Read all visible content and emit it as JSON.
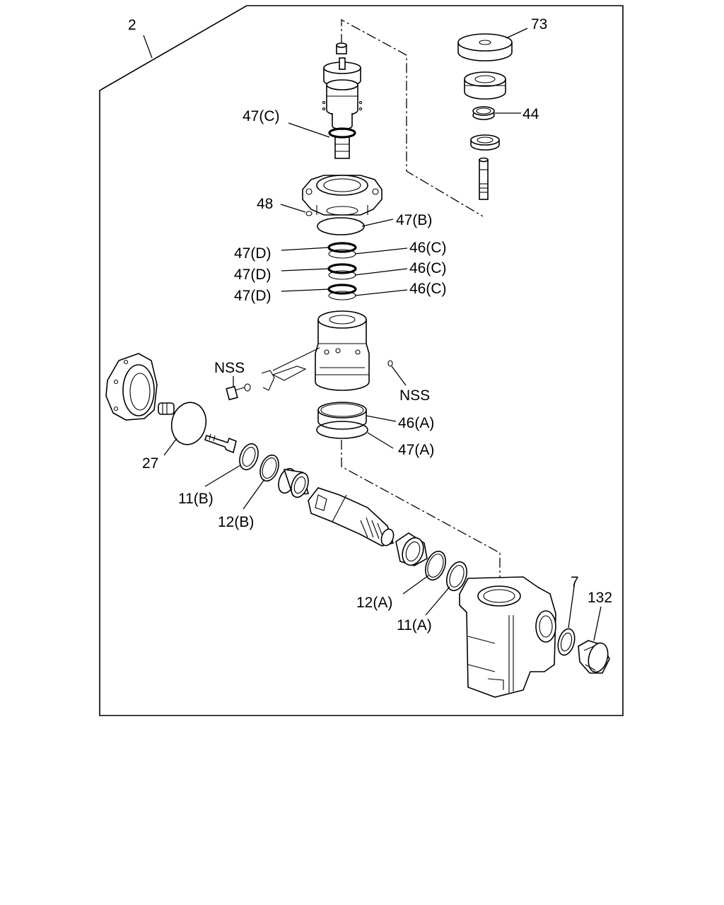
{
  "labels": {
    "assembly": "2",
    "cap": "73",
    "seal_44": "44",
    "oring_upper_c": "47(C)",
    "plug_48": "48",
    "oring_b": "47(B)",
    "oring_d1": "47(D)",
    "oring_d2": "47(D)",
    "oring_d3": "47(D)",
    "ring_c1": "46(C)",
    "ring_c2": "46(C)",
    "ring_c3": "46(C)",
    "nss_left": "NSS",
    "nss_right": "NSS",
    "ring_a": "46(A)",
    "oring_a": "47(A)",
    "oring_27": "27",
    "seal_11b": "11(B)",
    "ring_12b": "12(B)",
    "ring_12a": "12(A)",
    "seal_11a": "11(A)",
    "part_7": "7",
    "plug_132": "132"
  }
}
